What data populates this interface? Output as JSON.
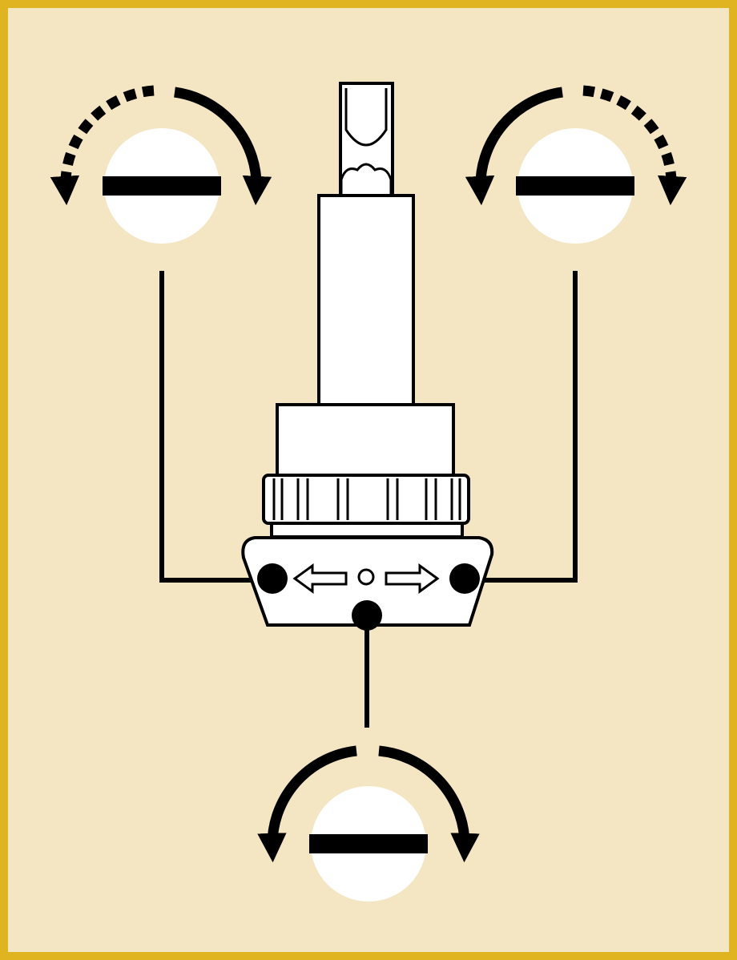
{
  "colors": {
    "background": "#f5e6c3",
    "border": "#e0b420",
    "ink": "#000000",
    "fill": "#ffffff"
  },
  "screws": [
    {
      "id": "left",
      "slot": "horizontal",
      "rotation_arrow": "bidirectional",
      "dashed_side": "left"
    },
    {
      "id": "right",
      "slot": "horizontal",
      "rotation_arrow": "bidirectional",
      "dashed_side": "right"
    },
    {
      "id": "bottom",
      "slot": "horizontal",
      "rotation_arrow": "bidirectional",
      "dashed_side": "none"
    }
  ],
  "device": {
    "base_symbols": [
      "left-arrow-icon",
      "center-dot-icon",
      "right-arrow-icon"
    ],
    "terminals": [
      "left",
      "right",
      "bottom"
    ]
  }
}
